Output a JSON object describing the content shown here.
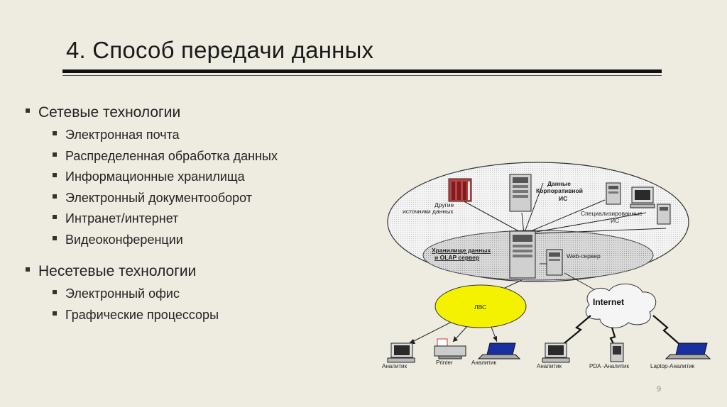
{
  "title": "4. Способ передачи данных",
  "sections": [
    {
      "heading": "Сетевые технологии",
      "items": [
        "Электронная почта",
        "Распределенная обработка данных",
        "Информационные хранилища",
        "Электронный документооборот",
        "Интранет/интернет",
        "Видеоконференции"
      ]
    },
    {
      "heading": "Несетевые технологии",
      "items": [
        "Электронный офис",
        "Графические процессоры"
      ]
    }
  ],
  "diagram": {
    "other_sources": [
      "Другие",
      "источники данных"
    ],
    "corporate_data": [
      "Данные",
      "Корпоративной",
      "ИС"
    ],
    "specialized": [
      "Специализированные",
      "ИС"
    ],
    "warehouse": [
      "Хранилище данных",
      "и OLAP сервер"
    ],
    "web_server": "Web-сервер",
    "lan": "ЛВС",
    "internet": "Internet",
    "devices": {
      "analyst1": "Аналитик",
      "printer": "Printer",
      "analyst2": "Аналитик",
      "analyst3": "Аналитик",
      "pda": "PDA -Аналитик",
      "laptop": "Laptop-Аналитик"
    }
  },
  "page_number": "9"
}
